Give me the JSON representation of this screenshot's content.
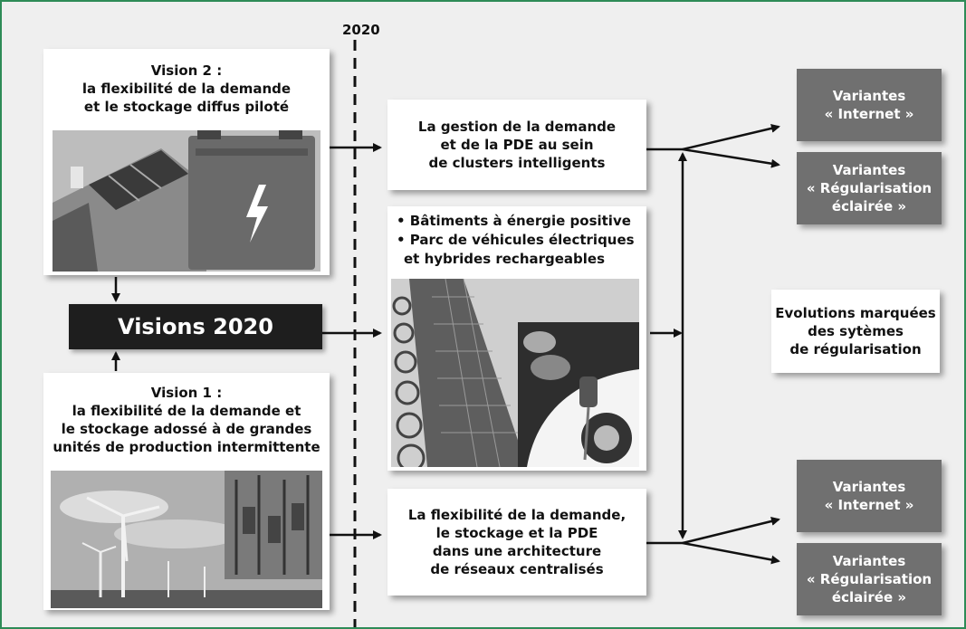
{
  "year_marker": "2020",
  "center": {
    "label": "Visions 2020"
  },
  "vision2": {
    "title": "Vision 2 :",
    "lines": [
      "la flexibilité de la demande",
      "et le stockage diffus piloté"
    ]
  },
  "vision1": {
    "title": "Vision 1 :",
    "lines": [
      "la flexibilité de la demande et",
      "le stockage adossé à de grandes",
      "unités de production intermittente"
    ]
  },
  "middle": {
    "top": [
      "La gestion de la demande",
      "et de la PDE au sein",
      "de clusters intelligents"
    ],
    "bullets": [
      "• Bâtiments à énergie positive",
      "• Parc de véhicules électriques",
      "  et hybrides rechargeables"
    ],
    "bottom": [
      "La flexibilité de la demande,",
      "le stockage et la PDE",
      "dans une architecture",
      "de réseaux centralisés"
    ]
  },
  "right": {
    "top_internet": [
      "Variantes",
      "« Internet »"
    ],
    "top_regul": [
      "Variantes",
      "« Régularisation",
      "éclairée »"
    ],
    "evolutions": [
      "Evolutions marquées",
      "des sytèmes",
      "de régularisation"
    ],
    "bottom_internet": [
      "Variantes",
      "« Internet »"
    ],
    "bottom_regul": [
      "Variantes",
      "« Régularisation",
      "éclairée »"
    ]
  },
  "colors": {
    "frame": "#2e8b57",
    "variant_box": "#707070",
    "visions_bar": "#1e1e1e"
  }
}
